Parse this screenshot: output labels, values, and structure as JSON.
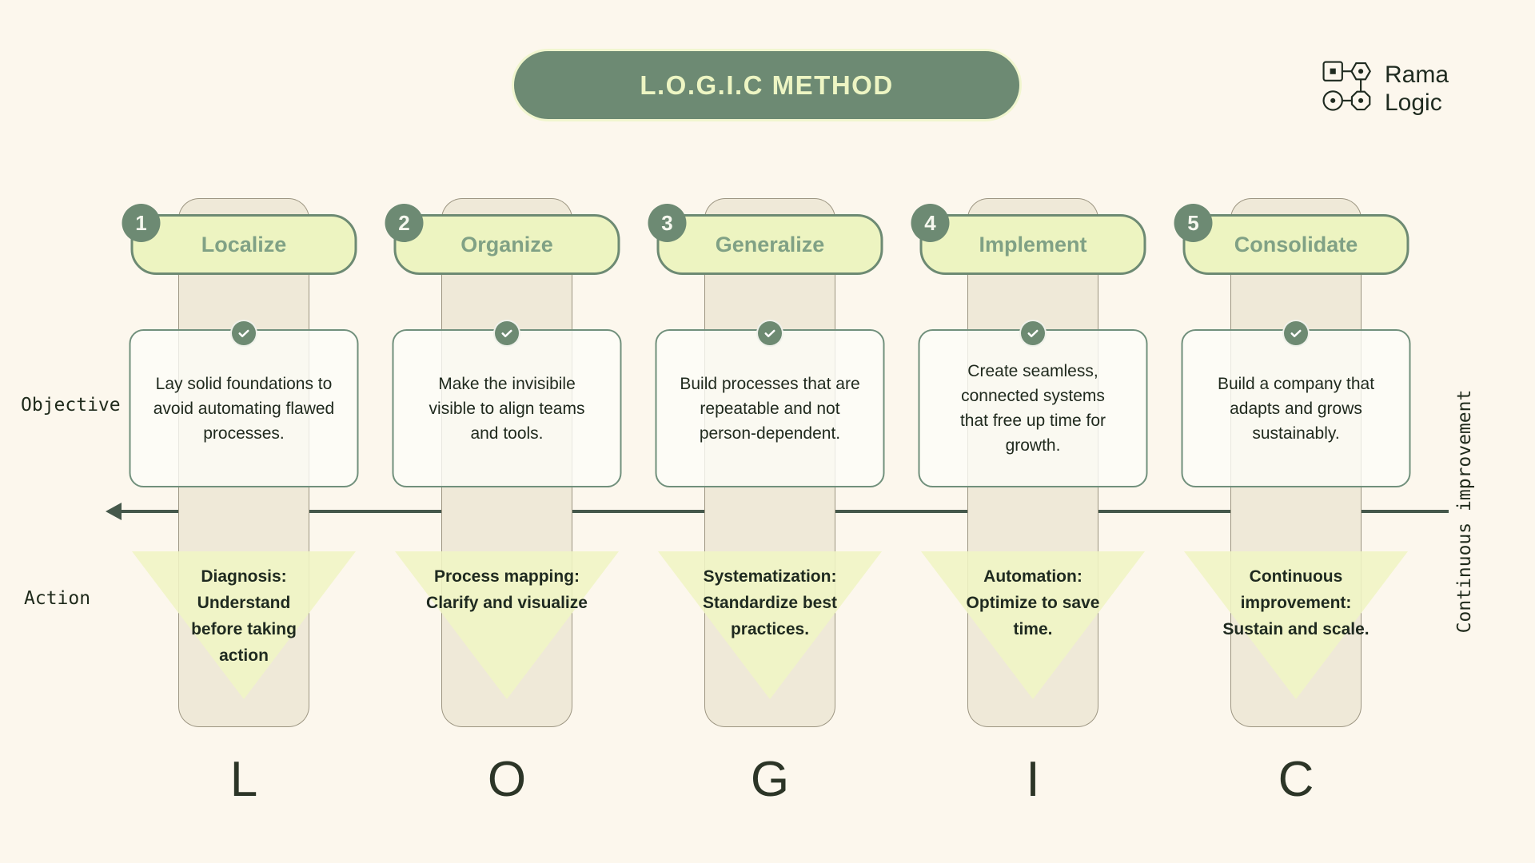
{
  "title": "L.O.G.I.C METHOD",
  "logo": {
    "line1": "Rama",
    "line2": "Logic"
  },
  "row_labels": {
    "objective": "Objective",
    "action": "Action"
  },
  "side_label": "Continuous improvement",
  "icons": [
    "check-icon",
    "arrow-left-icon",
    "rama-logic-network-icon",
    "action-triangle-icon"
  ],
  "colors": {
    "background": "#fcf7ed",
    "dark_sage": "#6d8a73",
    "pill_light": "#edf4c1",
    "pill_ring": "#f1f6cf",
    "header_text": "#80a185",
    "track_beige": "#efe9d8",
    "card_border": "#71907c",
    "triangle": "#f0f5c4",
    "arrow": "#45584b",
    "text_dark": "#202a1e"
  },
  "columns": [
    {
      "number": "1",
      "name": "Localize",
      "objective": "Lay solid foundations to\navoid automating flawed\nprocesses.",
      "action": "Diagnosis:\nUnderstand\nbefore taking\naction",
      "letter": "L"
    },
    {
      "number": "2",
      "name": "Organize",
      "objective": "Make the invisibile\nvisible to align teams\nand tools.",
      "action": "Process mapping:\nClarify and visualize",
      "letter": "O"
    },
    {
      "number": "3",
      "name": "Generalize",
      "objective": "Build processes that are\nrepeatable and not\nperson-dependent.",
      "action": "Systematization:\nStandardize best\npractices.",
      "letter": "G"
    },
    {
      "number": "4",
      "name": "Implement",
      "objective": "Create seamless,\nconnected systems\nthat free up time for\ngrowth.",
      "action": "Automation:\nOptimize to save\ntime.",
      "letter": "I"
    },
    {
      "number": "5",
      "name": "Consolidate",
      "objective": "Build a company that\nadapts and grows\nsustainably.",
      "action": "Continuous\nimprovement:\nSustain and scale.",
      "letter": "C"
    }
  ]
}
